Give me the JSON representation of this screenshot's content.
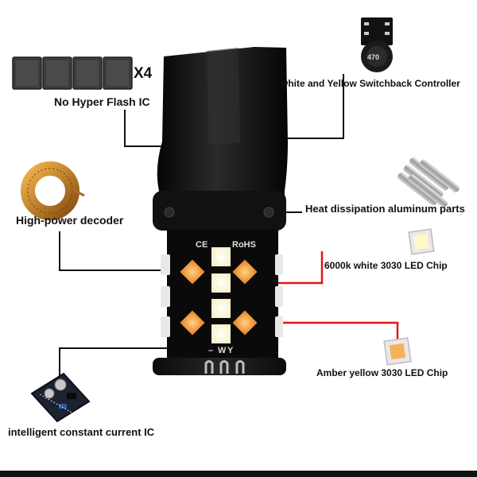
{
  "labels": {
    "no_hyper_flash": "No Hyper Flash IC",
    "x4": "X4",
    "switchback_controller": "white and Yellow Switchback Controller",
    "high_power_decoder": "High-power decoder",
    "heat_dissipation": "Heat dissipation aluminum parts",
    "white_chip": "6000k white 3030 LED Chip",
    "amber_chip": "Amber yellow 3030 LED Chip",
    "constant_current_ic": "intelligent constant current IC"
  },
  "bulb_markings": {
    "ce": "CE",
    "rohs": "RoHS",
    "pin_w": "W",
    "pin_y": "Y",
    "pin_minus": "–"
  },
  "controller_chip_text": "470",
  "colors": {
    "white_led": "#fffbe0",
    "amber_led": "#f39a3c",
    "callout_line": "#e01818",
    "leader_line": "#111111",
    "bulb_body": "#121212"
  }
}
